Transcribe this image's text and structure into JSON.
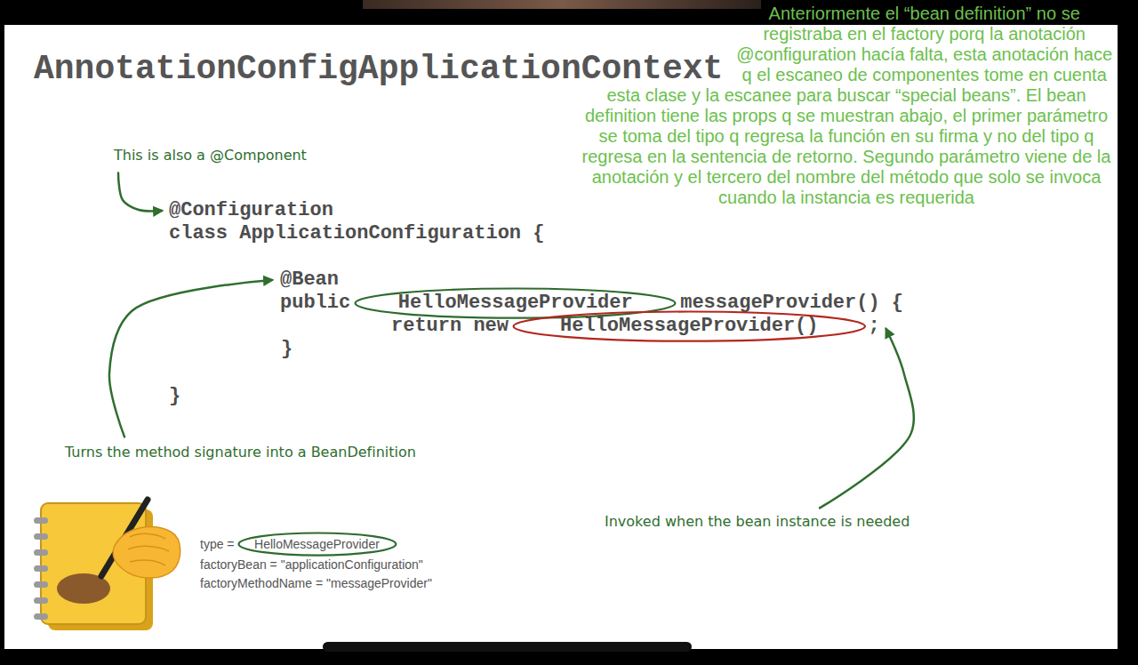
{
  "diagram": {
    "title": "AnnotationConfigApplicationContext",
    "nodes": [
      {
        "text": [
          "HelloMessageProvider"
        ]
      },
      {
        "text": [
          "HelloMessageProvider()"
        ]
      },
      {
        "text": [
          "HelloMessageProvider"
        ]
      }
    ],
    "labels": [
      "Anteriormente el “bean definition” no se registraba en el factory porq la anotación @configuration hacía falta, esta anotación hace q el escaneo de componentes tome en cuenta esta clase y la escanee para buscar “special beans”. El bean definition tiene las props q se muestran abajo, el primer parámetro se toma del tipo q regresa la función en su firma y no del tipo q regresa en la sentencia de retorno. Segundo parámetro viene de la anotación y el tercero del nombre del método que solo se invoca cuando la instancia es requerida",
      "This is also a @Component",
      "@Configuration",
      "class ApplicationConfiguration {",
      "@Bean",
      "public",
      "messageProvider() {",
      "return new",
      ";",
      "}",
      "}",
      "Turns the method signature into a BeanDefinition",
      "Invoked when the bean instance is needed",
      "type =",
      "factoryBean = \"applicationConfiguration\"",
      "factoryMethodName = \"messageProvider\""
    ]
  }
}
